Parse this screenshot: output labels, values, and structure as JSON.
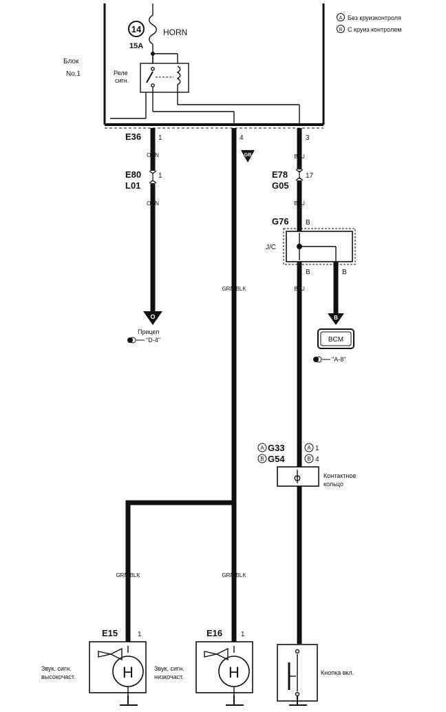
{
  "legend": {
    "a_letter": "A",
    "a_text": "Без круизконтроля",
    "b_letter": "B",
    "b_text": "С круиз контролем"
  },
  "block": {
    "title": "Блок",
    "number": "No.1"
  },
  "fuse": {
    "circle_number": "14",
    "name": "HORN",
    "rating": "15A"
  },
  "relay": {
    "line1": "Реле",
    "line2": "сигн."
  },
  "connectors": {
    "e36": "E36",
    "e36_pin": "1",
    "pin4": "4",
    "pin3": "3",
    "e80": "E80",
    "l01": "L01",
    "e80_pin": "1",
    "e78": "E78",
    "g05": "G05",
    "e78_pin": "17",
    "g76": "G76",
    "jc": "J/C",
    "g33": "G33",
    "g54": "G54",
    "g33_pin": "1",
    "g54_pin": "4",
    "e15": "E15",
    "e15_pin": "1",
    "e16": "E16",
    "e16_pin": "1"
  },
  "wires": {
    "orn1": "ORN",
    "orn2": "ORN",
    "grnblk_main": "GRN/BLK",
    "grnblk_left": "GRN/BLK",
    "grnblk_right": "GRN/BLK",
    "blu1": "BLU",
    "blu2": "BLU",
    "blu3": "BLU",
    "b_g76": "B",
    "b_jc1": "B",
    "b_jc2": "B",
    "ob_label": "GB"
  },
  "references": {
    "trailer": "Прицеп",
    "d4": "\"D-4\"",
    "bcm": "BCM",
    "bcm_arrow": "B",
    "trailer_arrow": "O",
    "a8": "\"A-8\""
  },
  "components": {
    "clockspring_line1": "Контактное",
    "clockspring_line2": "кольцо",
    "horn_high_line1": "Звук. сигн.",
    "horn_high_line2": "высокочаст.",
    "horn_low_line1": "Звук. сигн.",
    "horn_low_line2": "низкочаст.",
    "horn_symbol": "H",
    "switch_label": "Кнопка вкл."
  }
}
